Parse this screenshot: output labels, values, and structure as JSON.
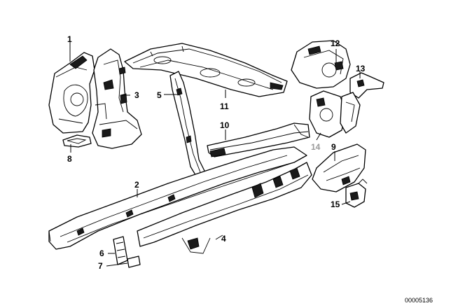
{
  "diagram": {
    "labels": {
      "p1": "1",
      "p2": "2",
      "p3": "3",
      "p4": "4",
      "p5": "5",
      "p6": "6",
      "p7": "7",
      "p8": "8",
      "p9": "9",
      "p10": "10",
      "p11": "11",
      "p12": "12",
      "p13": "13",
      "p14": "14",
      "p15": "15"
    },
    "reference_number": "00005136",
    "colors": {
      "line": "#000000",
      "label_muted": "#999999",
      "background": "#ffffff"
    }
  }
}
